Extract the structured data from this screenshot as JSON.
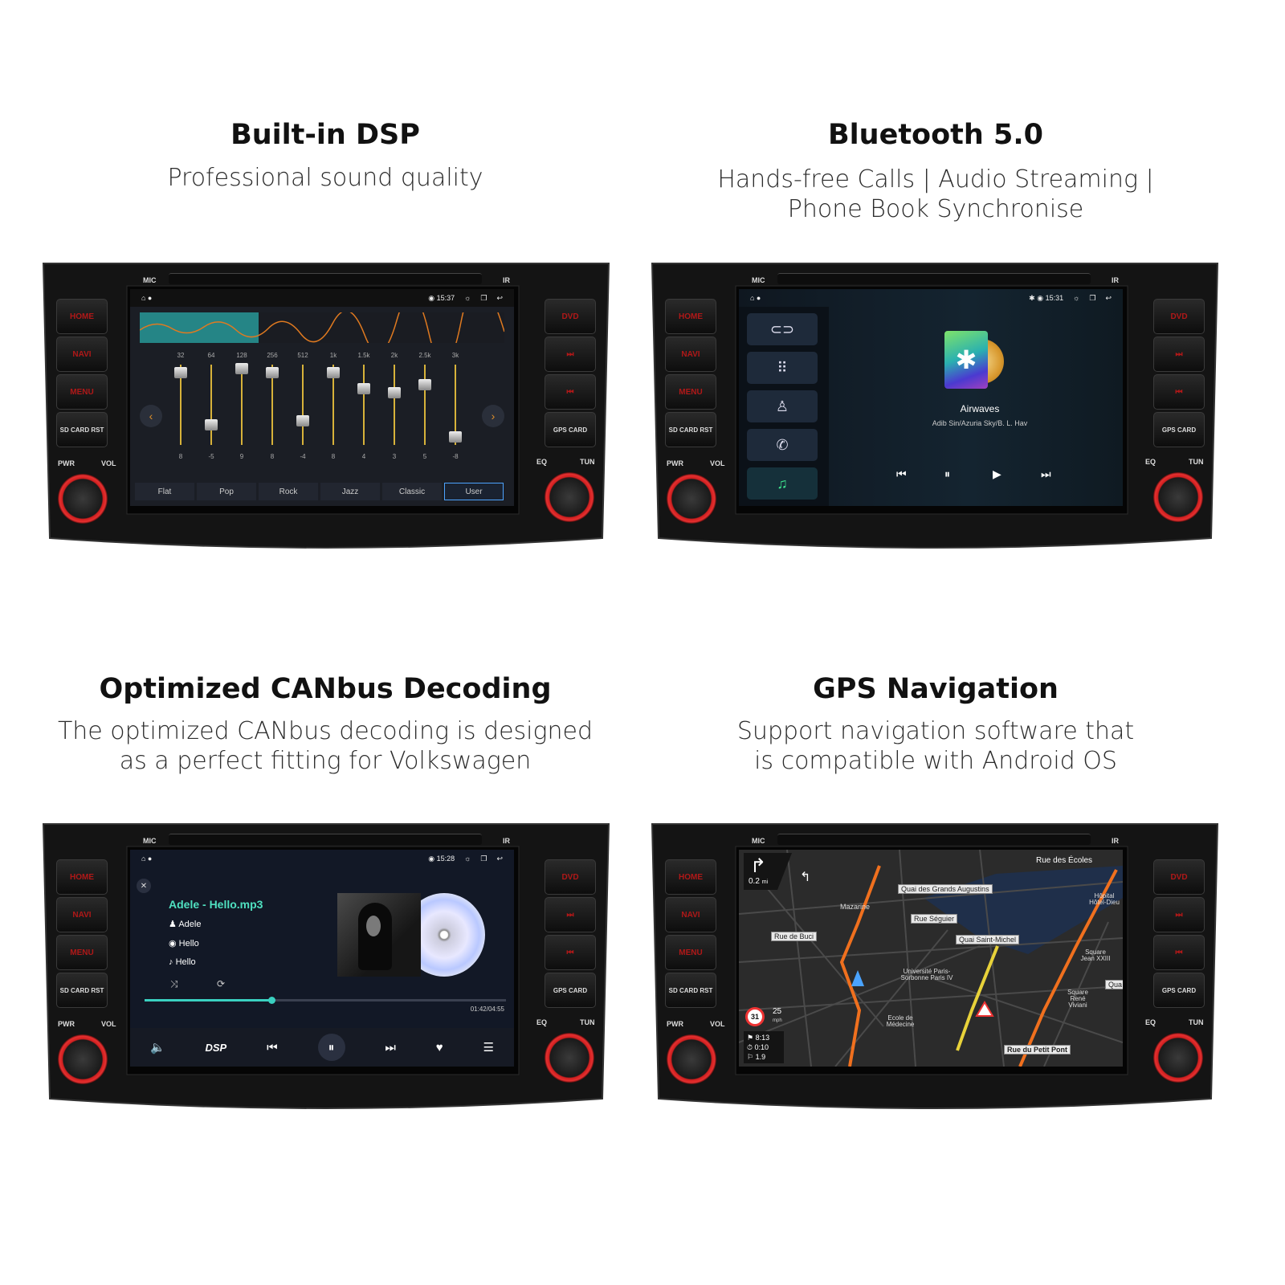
{
  "panels": {
    "dsp": {
      "title": "Built-in DSP",
      "subtitle": "Professional sound quality"
    },
    "bt": {
      "title": "Bluetooth 5.0",
      "subtitle": "Hands-free Calls | Audio Streaming | Phone Book Synchronise"
    },
    "canbus": {
      "title": "Optimized CANbus Decoding",
      "subtitle": "The optimized CANbus decoding is designed as a perfect fitting for Volkswagen"
    },
    "gps": {
      "title": "GPS Navigation",
      "subtitle": "Support navigation software that is compatible with Android OS"
    }
  },
  "unit": {
    "left_buttons": [
      "HOME",
      "NAVI",
      "MENU",
      "SD CARD RST"
    ],
    "right_buttons": [
      "DVD",
      "⏭",
      "⏮",
      "GPS CARD"
    ],
    "labels": {
      "mic": "MIC",
      "ir": "IR",
      "pwr": "PWR",
      "vol": "VOL",
      "eq": "EQ",
      "tun": "TUN"
    }
  },
  "eq": {
    "time": "15:37",
    "bands": [
      "32",
      "64",
      "128",
      "256",
      "512",
      "1k",
      "1.5k",
      "2k",
      "2.5k",
      "3k"
    ],
    "values": [
      "8",
      "-5",
      "9",
      "8",
      "-4",
      "8",
      "4",
      "3",
      "5",
      "-8"
    ],
    "presets": [
      "Flat",
      "Pop",
      "Rock",
      "Jazz",
      "Classic",
      "User"
    ],
    "selected": "User"
  },
  "bluetooth": {
    "time": "15:31",
    "track": "Airwaves",
    "artist": "Adib Sin/Azuria Sky/B. L. Hav",
    "menu_icons": [
      "link-icon",
      "dialpad-icon",
      "contacts-icon",
      "call-log-icon",
      "music-icon"
    ]
  },
  "music": {
    "time": "15:28",
    "title": "Adele - Hello.mp3",
    "artist": "Adele",
    "album": "Hello",
    "song": "Hello",
    "progress_text": "01:42/04:55",
    "progress": 0.35,
    "dsp_label": "DSP"
  },
  "nav": {
    "distance": "0.2",
    "distance_unit": "mi",
    "top_street": "Rue des Écoles",
    "streets": [
      "Quai des Grands Augustins",
      "Rue Séguier",
      "Rue de Buci",
      "Quai Saint-Michel",
      "Rue du Petit Pont"
    ],
    "places": [
      "Mazarine",
      "Université Paris-Sorbonne Paris IV",
      "Ecole de Médecine",
      "Square René Viviani",
      "Square Jean XXIII",
      "Hôpital Hôtel-Dieu",
      "Qua"
    ],
    "speed_limit": "31",
    "speed": "25",
    "speed_unit": "mph",
    "eta": "8:13",
    "remaining_time": "0:10",
    "remaining_distance": "1.9"
  }
}
